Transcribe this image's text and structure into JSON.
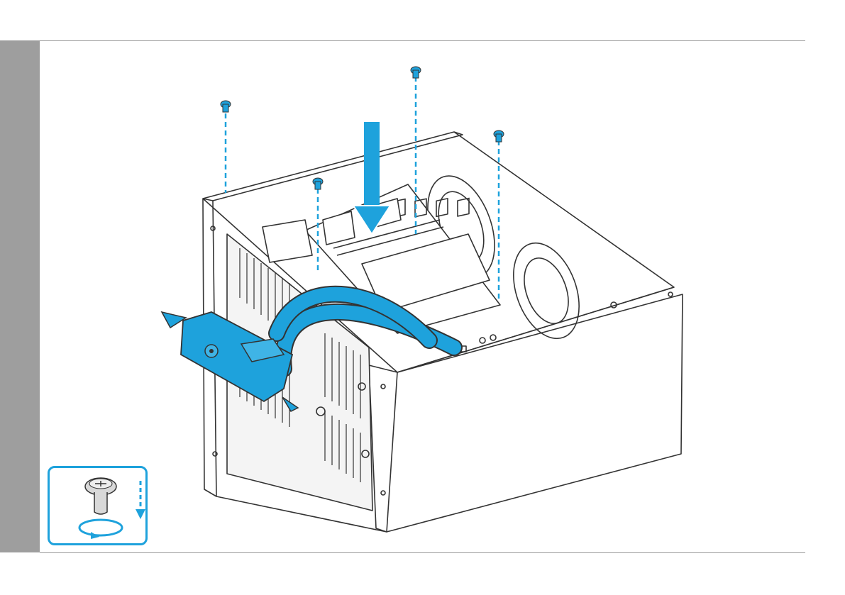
{
  "page": {
    "background": "#ffffff",
    "sidebar_color": "#9e9e9e",
    "rule_color": "#9a9a9a"
  },
  "illustration": {
    "subject": "case-with-motherboard-and-liquid-cooler",
    "accent_color": "#1ea2dc",
    "line_color": "#333333",
    "screw_count": 4,
    "install_arrow_direction": "down"
  },
  "screw_legend": {
    "border_color": "#1ea2dc",
    "icons": [
      "screw-icon",
      "down-arrow-icon",
      "rotate-icon"
    ]
  }
}
